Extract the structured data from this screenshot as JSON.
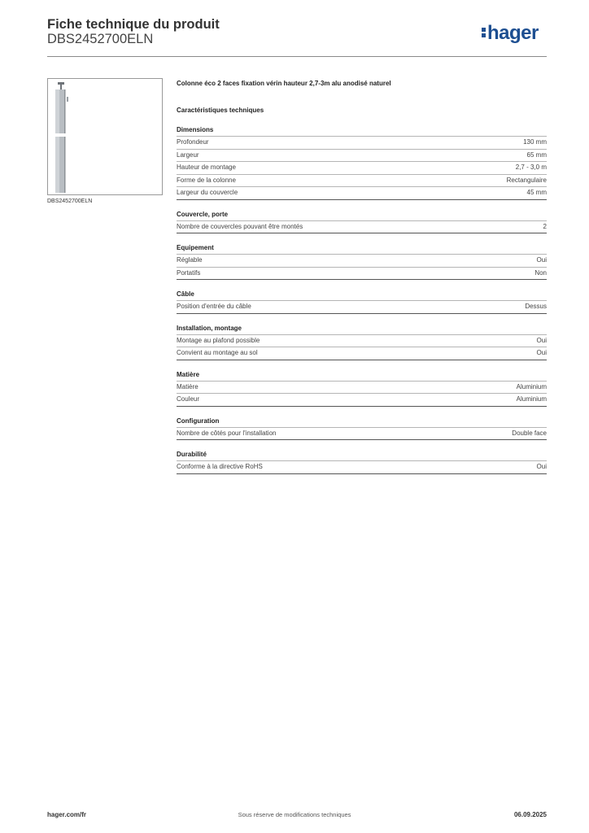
{
  "header": {
    "title": "Fiche technique du produit",
    "reference": "DBS2452700ELN",
    "logo_text": "hager",
    "brand_color": "#1d4f91"
  },
  "product_image": {
    "caption": "DBS2452700ELN"
  },
  "content": {
    "description": "Colonne éco 2 faces fixation vérin hauteur 2,7-3m alu anodisé naturel",
    "characteristics_title": "Caractéristiques techniques",
    "sections": [
      {
        "title": "Dimensions",
        "rows": [
          {
            "label": "Profondeur",
            "value": "130 mm"
          },
          {
            "label": "Largeur",
            "value": "65 mm"
          },
          {
            "label": "Hauteur de montage",
            "value": "2,7 - 3,0 m"
          },
          {
            "label": "Forme de la colonne",
            "value": "Rectangulaire"
          },
          {
            "label": "Largeur du couvercle",
            "value": "45 mm"
          }
        ]
      },
      {
        "title": "Couvercle, porte",
        "rows": [
          {
            "label": "Nombre de couvercles pouvant être montés",
            "value": "2"
          }
        ]
      },
      {
        "title": "Equipement",
        "rows": [
          {
            "label": "Réglable",
            "value": "Oui"
          },
          {
            "label": "Portatifs",
            "value": "Non"
          }
        ]
      },
      {
        "title": "Câble",
        "rows": [
          {
            "label": "Position d'entrée du câble",
            "value": "Dessus"
          }
        ]
      },
      {
        "title": "Installation, montage",
        "rows": [
          {
            "label": "Montage au plafond possible",
            "value": "Oui"
          },
          {
            "label": "Convient au montage au sol",
            "value": "Oui"
          }
        ]
      },
      {
        "title": "Matière",
        "rows": [
          {
            "label": "Matière",
            "value": "Aluminium"
          },
          {
            "label": "Couleur",
            "value": "Aluminium"
          }
        ]
      },
      {
        "title": "Configuration",
        "rows": [
          {
            "label": "Nombre de côtés pour l'installation",
            "value": "Double face"
          }
        ]
      },
      {
        "title": "Durabilité",
        "rows": [
          {
            "label": "Conforme à la directive RoHS",
            "value": "Oui"
          }
        ]
      }
    ]
  },
  "footer": {
    "website": "hager.com/fr",
    "disclaimer": "Sous réserve de modifications techniques",
    "date": "06.09.2025"
  }
}
